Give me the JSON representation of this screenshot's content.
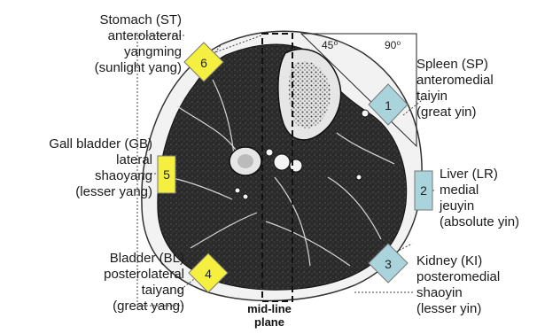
{
  "angles": {
    "a45": "45⁰",
    "a90": "90⁰"
  },
  "midline": {
    "line1": "mid-line",
    "line2": "plane"
  },
  "meridians": [
    {
      "num": "1",
      "color": "#a9d4dc",
      "lines": [
        "Spleen (SP)",
        "anteromedial",
        "taiyin",
        "(great yin)"
      ]
    },
    {
      "num": "2",
      "color": "#a9d4dc",
      "lines": [
        "Liver (LR)",
        "medial",
        "jeuyin",
        "(absolute yin)"
      ]
    },
    {
      "num": "3",
      "color": "#a9d4dc",
      "lines": [
        "Kidney (KI)",
        "posteromedial",
        "shaoyin",
        "(lesser yin)"
      ]
    },
    {
      "num": "4",
      "color": "#f5f040",
      "lines": [
        "Bladder (BL)",
        "posterolateral",
        "taiyang",
        "(great yang)"
      ]
    },
    {
      "num": "5",
      "color": "#f5f040",
      "lines": [
        "Gall bladder (GB)",
        "lateral",
        "shaoyang",
        "(lesser yang)"
      ]
    },
    {
      "num": "6",
      "color": "#f5f040",
      "lines": [
        "Stomach (ST)",
        "anterolateral",
        "yangming",
        "(sunlight yang)"
      ]
    }
  ]
}
